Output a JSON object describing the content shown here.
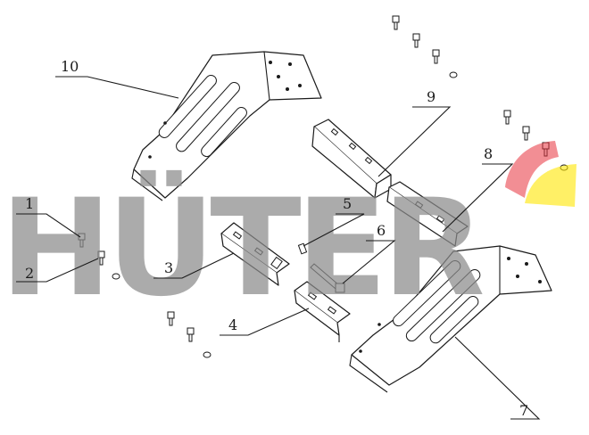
{
  "watermark": {
    "text": "HÜTER",
    "color": "#8a8a8a",
    "accent_red": "#e8323c",
    "accent_yellow": "#ffe600"
  },
  "callouts": [
    "1",
    "2",
    "3",
    "4",
    "5",
    "6",
    "7",
    "8",
    "9",
    "10"
  ]
}
